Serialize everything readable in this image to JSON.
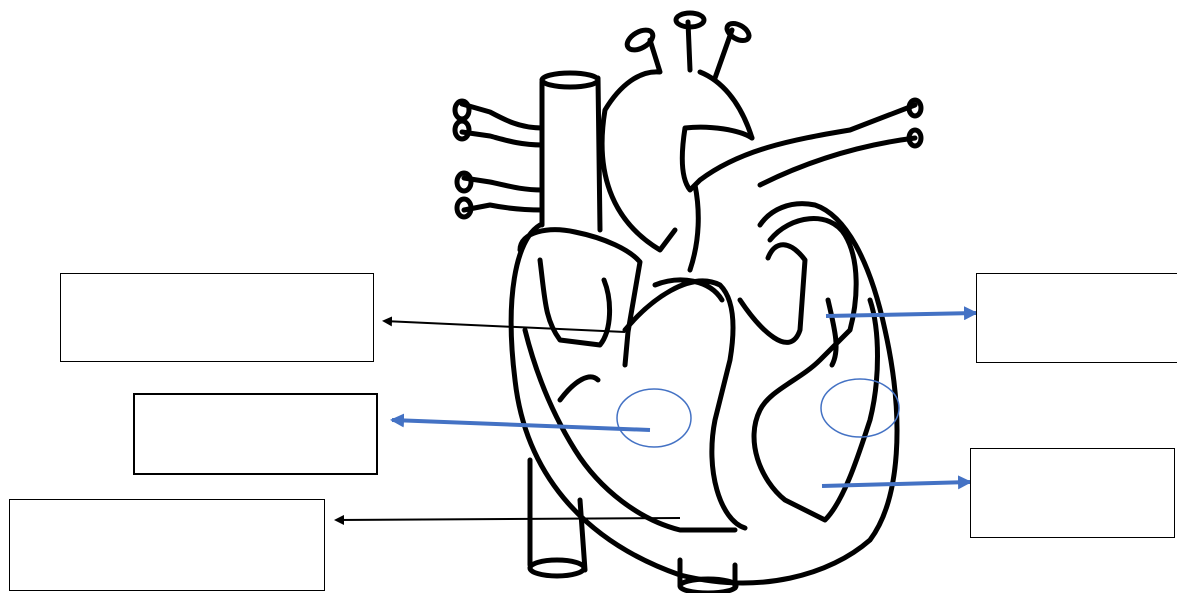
{
  "diagram": {
    "colors": {
      "outline": "#000000",
      "accent": "#4472C4",
      "background": "#ffffff"
    },
    "label_boxes": [
      {
        "id": "box-top-left",
        "text": ""
      },
      {
        "id": "box-middle-left",
        "text": ""
      },
      {
        "id": "box-bottom-left",
        "text": ""
      },
      {
        "id": "box-top-right",
        "text": ""
      },
      {
        "id": "box-bottom-right",
        "text": ""
      }
    ]
  }
}
